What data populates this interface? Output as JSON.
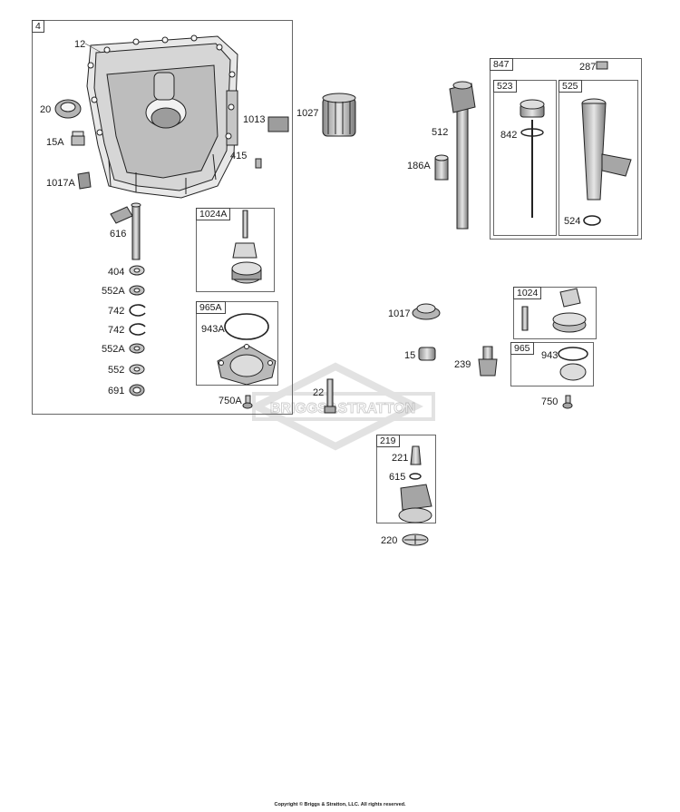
{
  "labels": {
    "box4": "4",
    "p12": "12",
    "p20": "20",
    "p15A": "15A",
    "p1017A": "1017A",
    "p1013": "1013",
    "p415": "415",
    "p1027": "1027",
    "p616": "616",
    "p404": "404",
    "p552A_1": "552A",
    "p742_1": "742",
    "p742_2": "742",
    "p552A_2": "552A",
    "p552": "552",
    "p691": "691",
    "box1024A": "1024A",
    "box965A": "965A",
    "p943A": "943A",
    "p750A": "750A",
    "p22": "22",
    "p512": "512",
    "p186A": "186A",
    "box847": "847",
    "p287": "287",
    "box523": "523",
    "box525": "525",
    "p842": "842",
    "p524": "524",
    "p1017": "1017",
    "p15": "15",
    "p239": "239",
    "box1024": "1024",
    "box965": "965",
    "p943": "943",
    "p750": "750",
    "box219": "219",
    "p221": "221",
    "p615": "615",
    "p220": "220"
  },
  "watermark": "BRIGGS&STRATTON",
  "copyright": "Copyright © Briggs & Stratton, LLC. All rights reserved."
}
